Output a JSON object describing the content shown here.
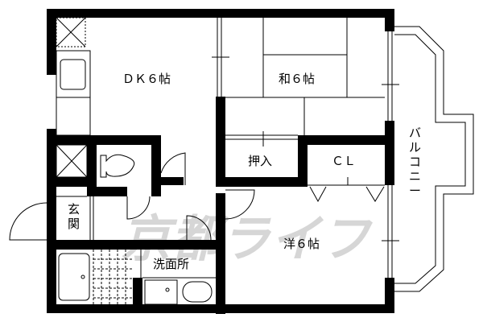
{
  "floor_plan": {
    "watermark": "京都ライフ",
    "rooms": {
      "dk": "ＤＫ６帖",
      "washitsu": "和６帖",
      "oshiire": "押入",
      "closet": "ＣＬ",
      "balcony": [
        "バ",
        "ル",
        "コ",
        "ニ",
        "ー"
      ],
      "genkan": [
        "玄",
        "関"
      ],
      "senmenjo": "洗面所",
      "youshitsu": "洋６帖"
    },
    "colors": {
      "wall": "#000000",
      "line": "#000000",
      "watermark": "#d6d6d6",
      "background": "#ffffff"
    }
  }
}
